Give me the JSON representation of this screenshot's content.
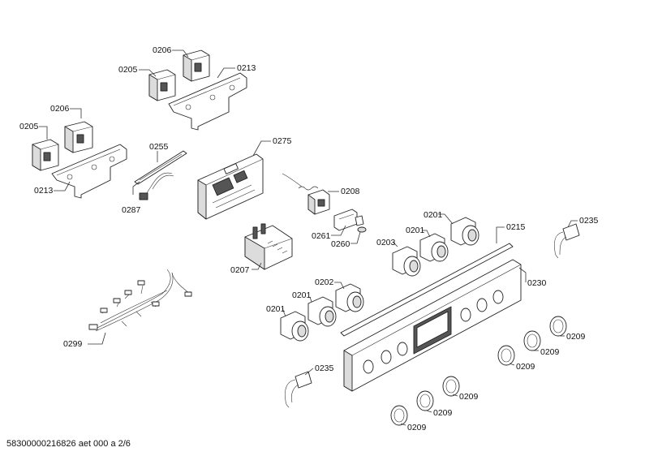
{
  "footer_text": "58300000216826 aet 000 a 2/6",
  "labels": {
    "l0206a": "0206",
    "l0205a": "0205",
    "l0213a": "0213",
    "l0206b": "0206",
    "l0205b": "0205",
    "l0213b": "0213",
    "l0255": "0255",
    "l0287": "0287",
    "l0275": "0275",
    "l0208": "0208",
    "l0261": "0261",
    "l0260": "0260",
    "l0207": "0207",
    "l0201a": "0201",
    "l0201b": "0201",
    "l0203": "0203",
    "l0215": "0215",
    "l0235a": "0235",
    "l0230": "0230",
    "l0202": "0202",
    "l0201c": "0201",
    "l0201d": "0201",
    "l0299": "0299",
    "l0235b": "0235",
    "l0209a": "0209",
    "l0209b": "0209",
    "l0209c": "0209",
    "l0209d": "0209",
    "l0209e": "0209",
    "l0209f": "0209"
  }
}
